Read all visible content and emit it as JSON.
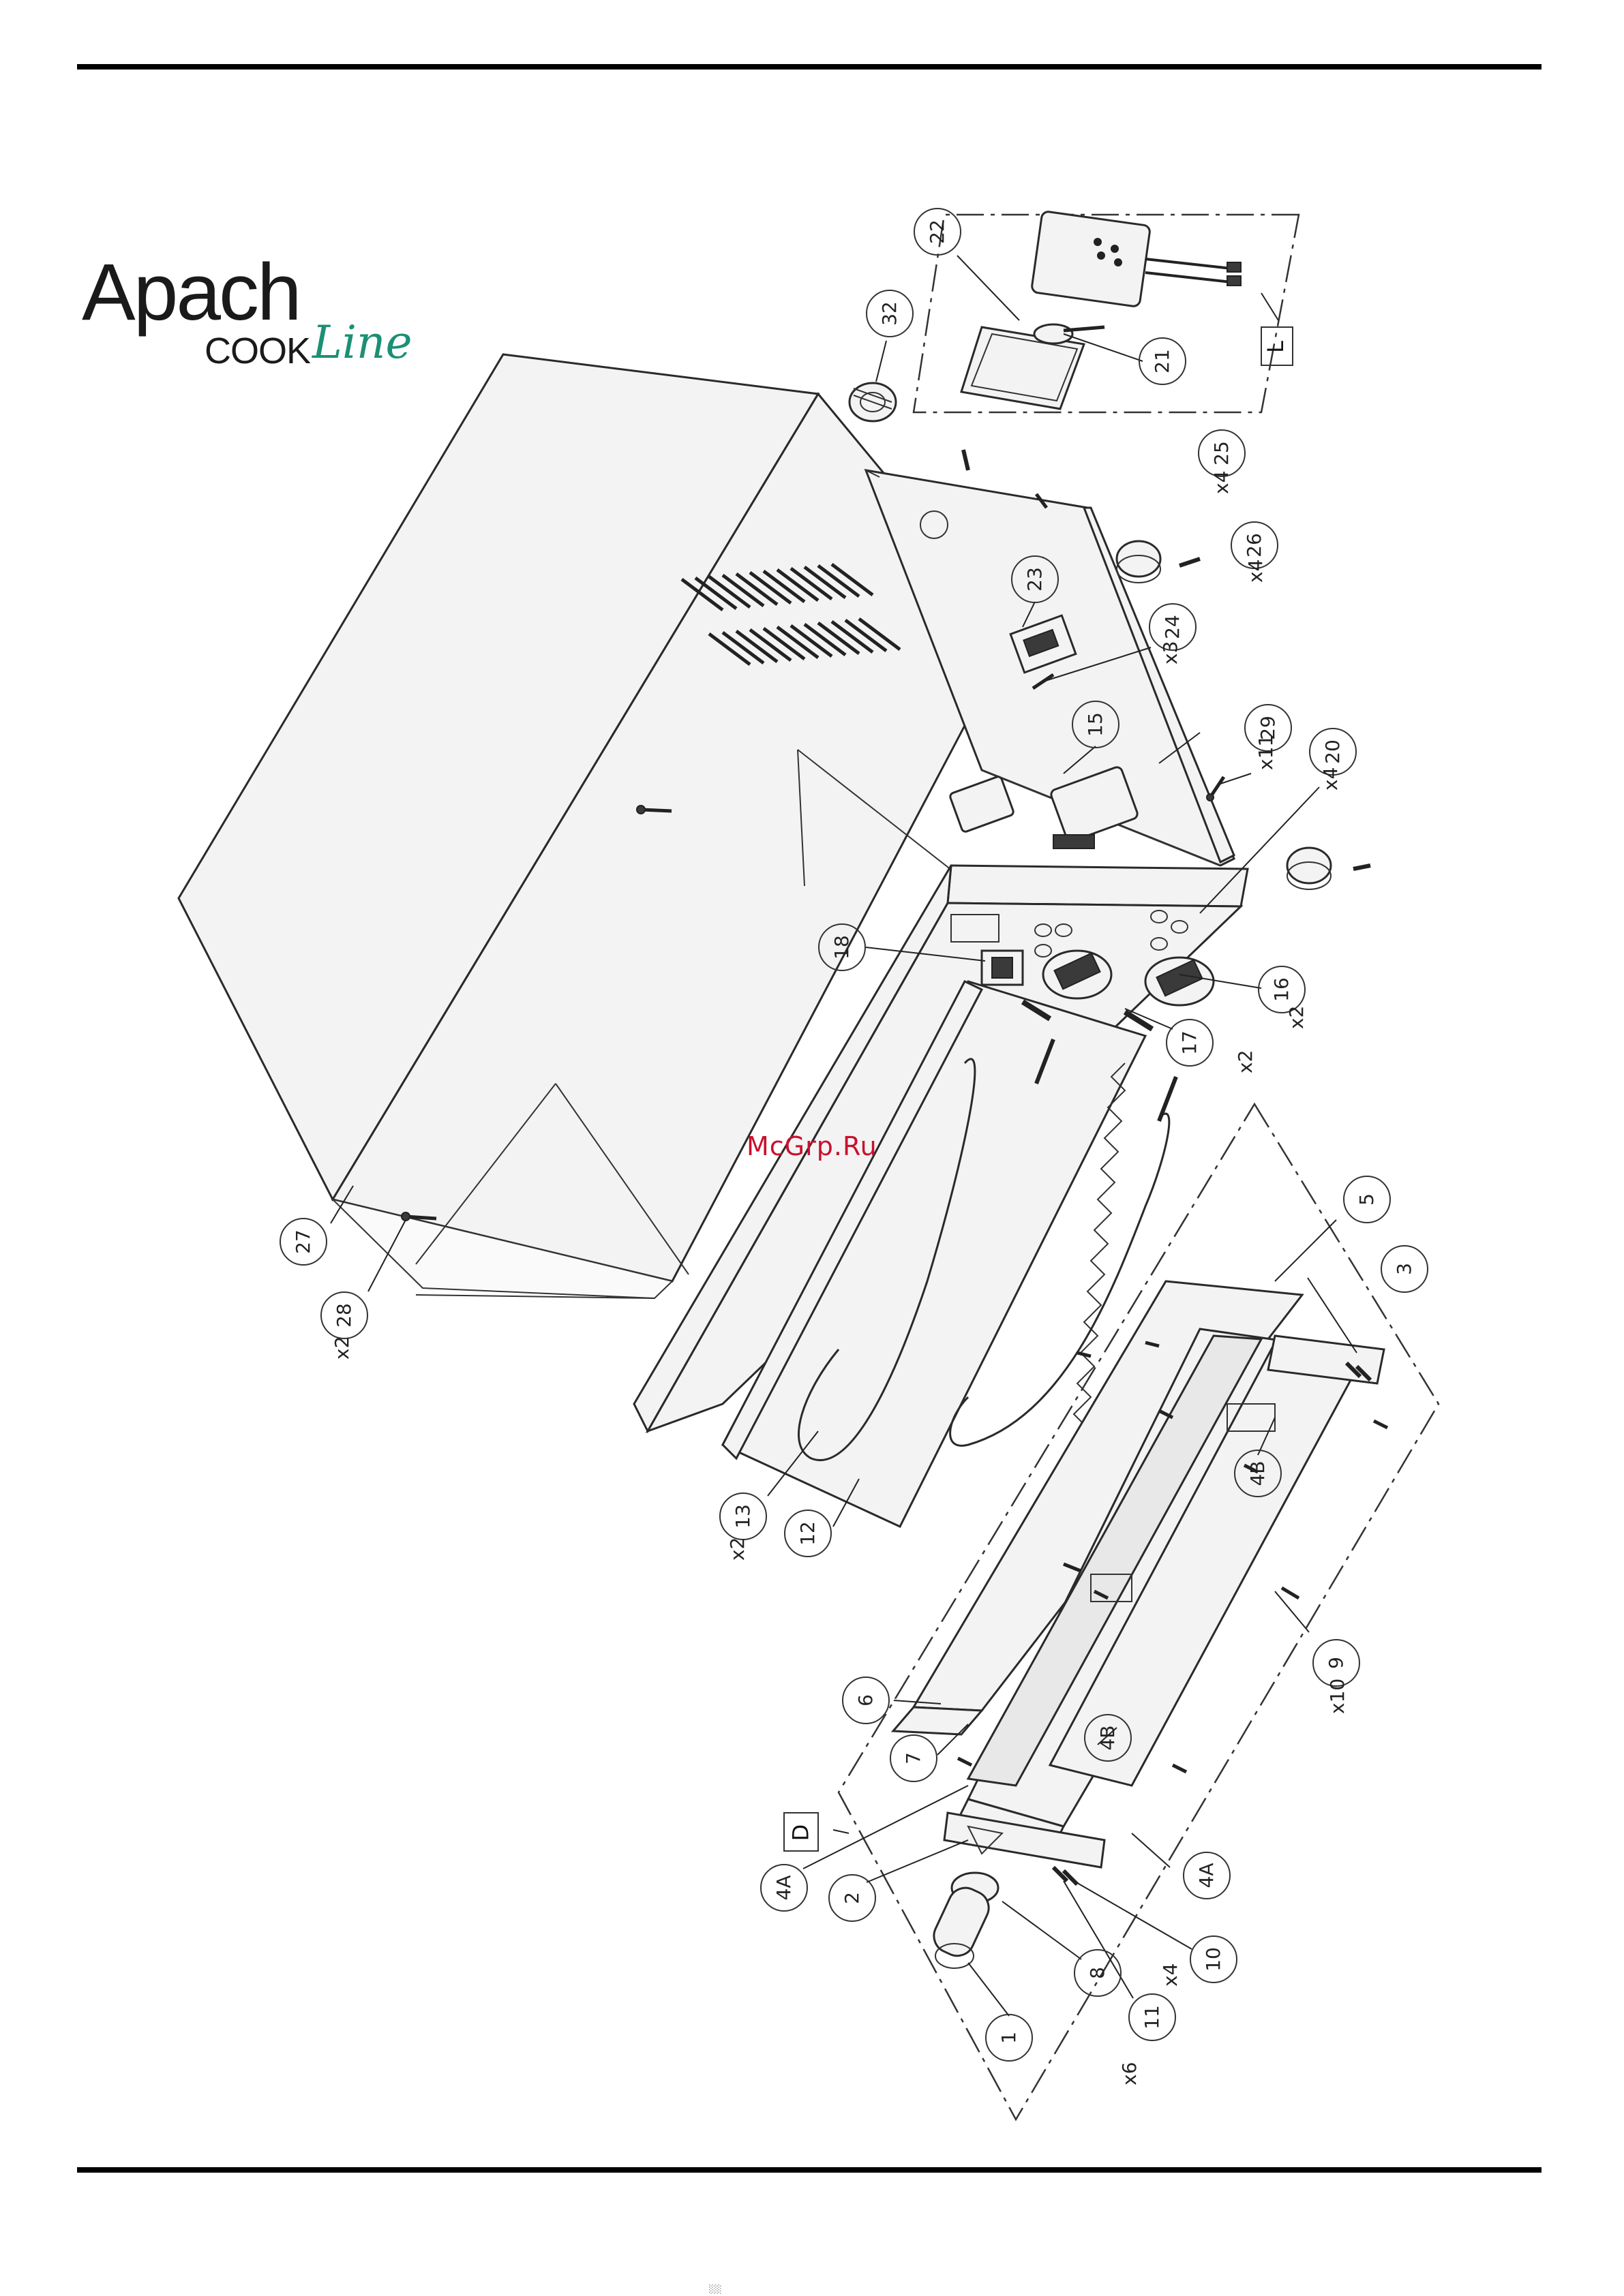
{
  "brand": {
    "name": "Apach",
    "sub1": "COOK",
    "sub2": "Line"
  },
  "watermark": "McGrp.Ru",
  "callouts": [
    {
      "id": "c22",
      "label": "22"
    },
    {
      "id": "c21",
      "label": "21"
    },
    {
      "id": "c32",
      "label": "32"
    },
    {
      "id": "c25",
      "label": "25"
    },
    {
      "id": "c26",
      "label": "26"
    },
    {
      "id": "c23",
      "label": "23"
    },
    {
      "id": "c24",
      "label": "24"
    },
    {
      "id": "c15",
      "label": "15"
    },
    {
      "id": "c29",
      "label": "29"
    },
    {
      "id": "c20",
      "label": "20"
    },
    {
      "id": "c18",
      "label": "18"
    },
    {
      "id": "c16",
      "label": "16"
    },
    {
      "id": "c17",
      "label": "17"
    },
    {
      "id": "c27",
      "label": "27"
    },
    {
      "id": "c28",
      "label": "28"
    },
    {
      "id": "c5",
      "label": "5"
    },
    {
      "id": "c3",
      "label": "3"
    },
    {
      "id": "c4B1",
      "label": "4B"
    },
    {
      "id": "c13",
      "label": "13"
    },
    {
      "id": "c12",
      "label": "12"
    },
    {
      "id": "c9",
      "label": "9"
    },
    {
      "id": "c6",
      "label": "6"
    },
    {
      "id": "c7",
      "label": "7"
    },
    {
      "id": "c4B2",
      "label": "4B"
    },
    {
      "id": "c4A1",
      "label": "4A"
    },
    {
      "id": "c2",
      "label": "2"
    },
    {
      "id": "c4A2",
      "label": "4A"
    },
    {
      "id": "c10",
      "label": "10"
    },
    {
      "id": "c8",
      "label": "8"
    },
    {
      "id": "c11",
      "label": "11"
    },
    {
      "id": "c1",
      "label": "1"
    }
  ],
  "quantities": [
    {
      "id": "q25",
      "label": "x4"
    },
    {
      "id": "q26",
      "label": "x4"
    },
    {
      "id": "q24",
      "label": "x3"
    },
    {
      "id": "q29",
      "label": "x11"
    },
    {
      "id": "q20",
      "label": "x4"
    },
    {
      "id": "q16",
      "label": "x2"
    },
    {
      "id": "q17",
      "label": "x2"
    },
    {
      "id": "q28",
      "label": "x2"
    },
    {
      "id": "q13",
      "label": "x2"
    },
    {
      "id": "q9",
      "label": "x10"
    },
    {
      "id": "q10",
      "label": "x4"
    },
    {
      "id": "q11",
      "label": "x6"
    }
  ],
  "detail_boxes": [
    {
      "id": "boxL",
      "label": "L"
    },
    {
      "id": "boxD",
      "label": "D"
    }
  ],
  "footer": {
    "mark": "░░"
  }
}
